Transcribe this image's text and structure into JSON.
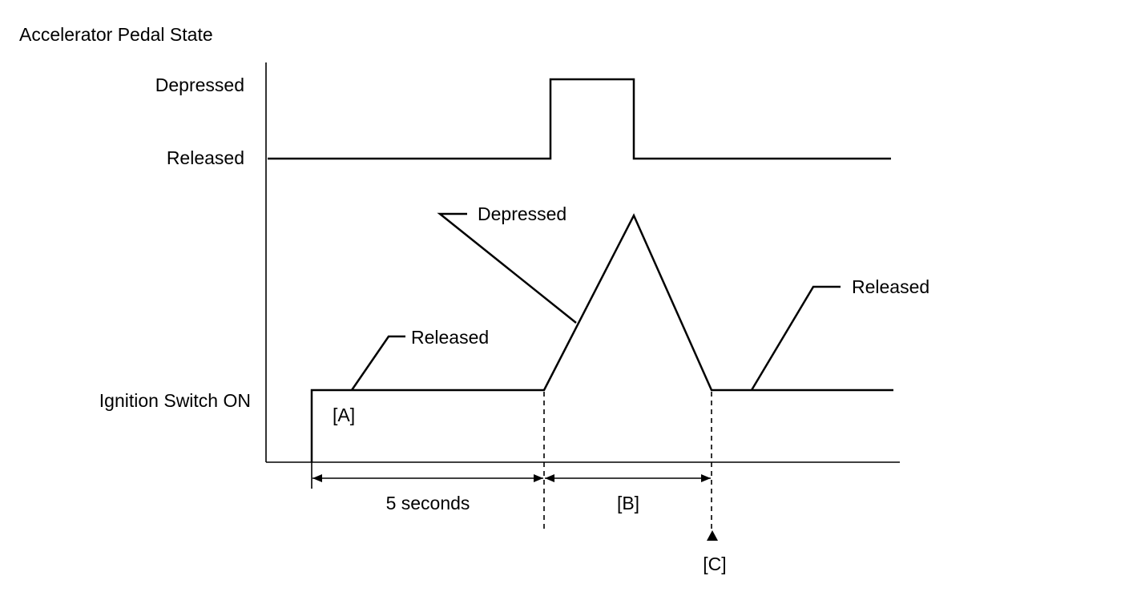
{
  "title": "Accelerator Pedal State",
  "levels": {
    "depressed": "Depressed",
    "released": "Released",
    "ignition_on": "Ignition Switch ON"
  },
  "callouts": {
    "depressed": "Depressed",
    "released_after": "Released",
    "released_before": "Released"
  },
  "markers": {
    "a": "[A]",
    "b": "[B]",
    "c": "[C]"
  },
  "intervals": {
    "wait": "5 seconds",
    "b": "[B]"
  }
}
